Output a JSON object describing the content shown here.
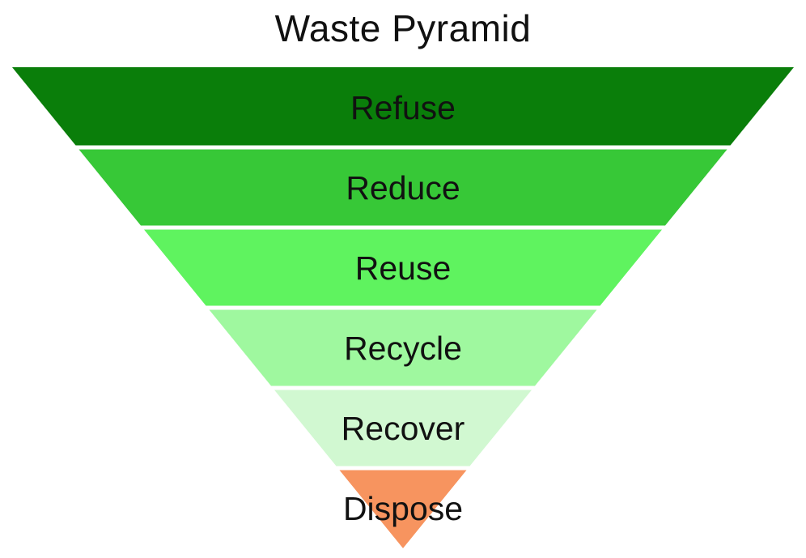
{
  "title": "Waste Pyramid",
  "pyramid": {
    "type": "inverted-pyramid",
    "levels": [
      {
        "label": "Refuse",
        "color": "#0A7E0A"
      },
      {
        "label": "Reduce",
        "color": "#37C837"
      },
      {
        "label": "Reuse",
        "color": "#5FF35F"
      },
      {
        "label": "Recycle",
        "color": "#9FF89F"
      },
      {
        "label": "Recover",
        "color": "#D1F8D1"
      },
      {
        "label": "Dispose",
        "color": "#F7945F"
      }
    ],
    "text_color": "#111111",
    "separator_color": "#FFFFFF",
    "background": "#FFFFFF"
  }
}
